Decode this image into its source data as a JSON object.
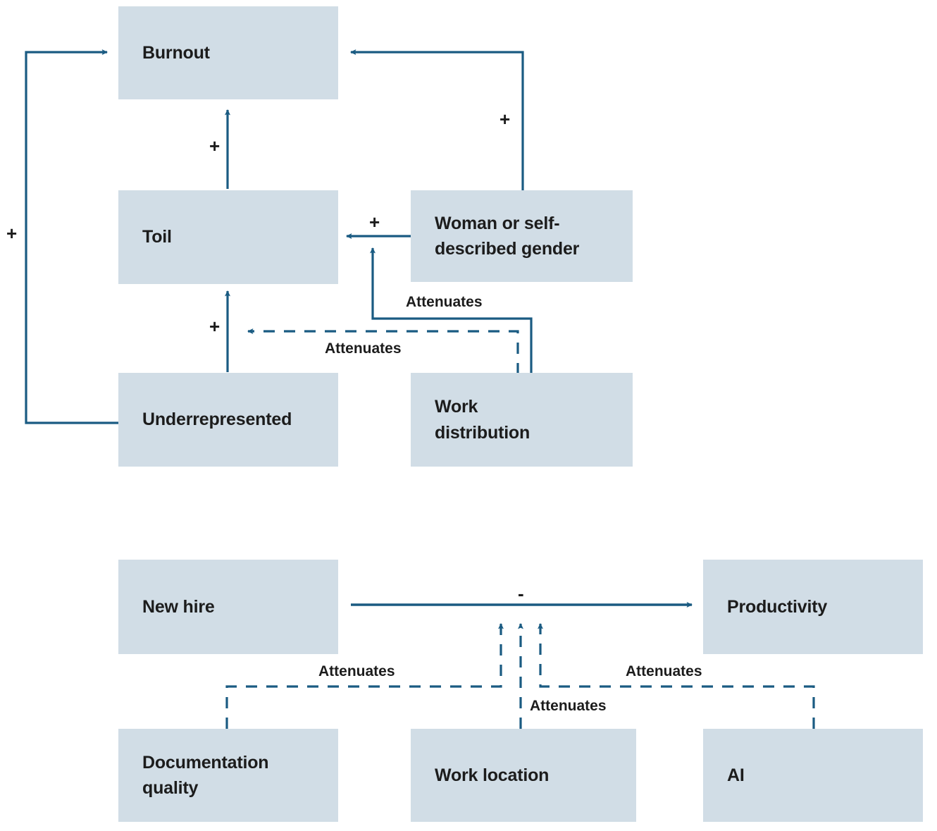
{
  "diagram": {
    "type": "causal-loop-diagram",
    "colors": {
      "node_fill": "#d1dde6",
      "edge_stroke": "#1a5b82",
      "text": "#1c1c1c",
      "background": "#ffffff"
    },
    "sections": [
      {
        "id": "burnout-system",
        "nodes": [
          {
            "id": "burnout",
            "label": "Burnout"
          },
          {
            "id": "toil",
            "label": "Toil"
          },
          {
            "id": "underrepresented",
            "label": "Underrepresented"
          },
          {
            "id": "woman-gender",
            "label": "Woman or self-\ndescribed gender"
          },
          {
            "id": "work-distribution",
            "label": "Work\ndistribution"
          }
        ],
        "edges": [
          {
            "from": "underrepresented",
            "to": "burnout",
            "label": "+",
            "style": "solid"
          },
          {
            "from": "toil",
            "to": "burnout",
            "label": "+",
            "style": "solid"
          },
          {
            "from": "underrepresented",
            "to": "toil",
            "label": "+",
            "style": "solid"
          },
          {
            "from": "woman-gender",
            "to": "toil",
            "label": "+",
            "style": "solid"
          },
          {
            "from": "woman-gender",
            "to": "burnout",
            "label": "+",
            "style": "solid"
          },
          {
            "from": "work-distribution",
            "to": "woman-gender-toil-edge",
            "label": "Attenuates",
            "style": "solid"
          },
          {
            "from": "work-distribution",
            "to": "underrepresented-toil-edge",
            "label": "Attenuates",
            "style": "dashed"
          }
        ]
      },
      {
        "id": "productivity-system",
        "nodes": [
          {
            "id": "new-hire",
            "label": "New hire"
          },
          {
            "id": "productivity",
            "label": "Productivity"
          },
          {
            "id": "documentation-quality",
            "label": "Documentation\nquality"
          },
          {
            "id": "work-location",
            "label": "Work location"
          },
          {
            "id": "ai",
            "label": "AI"
          }
        ],
        "edges": [
          {
            "from": "new-hire",
            "to": "productivity",
            "label": "-",
            "style": "solid"
          },
          {
            "from": "documentation-quality",
            "to": "new-hire-productivity-edge",
            "label": "Attenuates",
            "style": "dashed"
          },
          {
            "from": "work-location",
            "to": "new-hire-productivity-edge",
            "label": "Attenuates",
            "style": "dashed"
          },
          {
            "from": "ai",
            "to": "new-hire-productivity-edge",
            "label": "Attenuates",
            "style": "dashed"
          }
        ]
      }
    ],
    "signs": {
      "plus": "+",
      "minus": "-"
    },
    "labels": {
      "attenuates": "Attenuates"
    }
  }
}
